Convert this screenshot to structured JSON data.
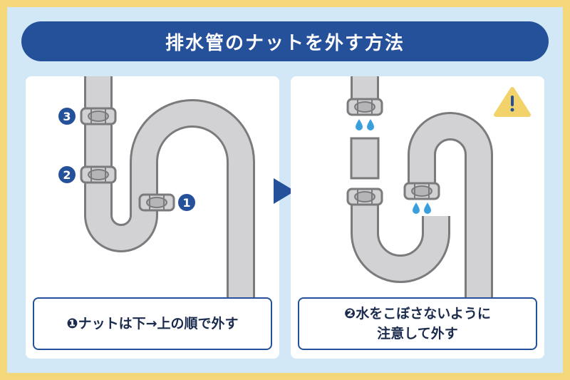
{
  "title": "排水管のナットを外す方法",
  "left_panel": {
    "markers": [
      "3",
      "2",
      "1"
    ],
    "caption_lines": [
      "❶ナットは下→上の順で外す"
    ]
  },
  "right_panel": {
    "warning_icon": "warning-icon",
    "caption_lines": [
      "❷水をこぼさないように",
      "注意して外す"
    ]
  },
  "colors": {
    "frame": "#f4d77a",
    "background": "#d2e8f6",
    "accent": "#25509a",
    "pipe": "#d2d2d4",
    "pipe_outline": "#7b7b7d",
    "water": "#3aa0dc",
    "warning": "#f2d36b"
  }
}
